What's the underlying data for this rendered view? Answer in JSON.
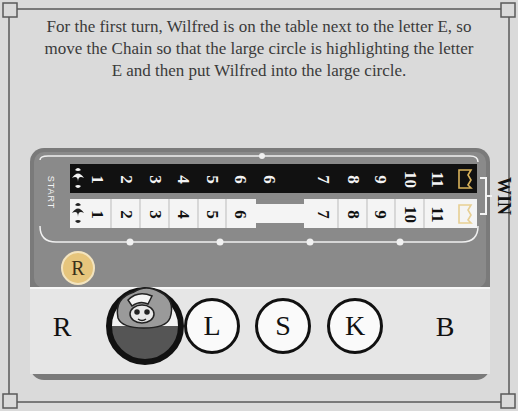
{
  "diagram": {
    "nodes": [
      {
        "text": [
          "R"
        ]
      },
      {
        "text": [
          "L"
        ]
      },
      {
        "text": [
          "S"
        ]
      },
      {
        "text": [
          "K"
        ]
      }
    ],
    "labels": [
      "For the first turn, Wilfred is on the table next to the letter E, so move the Chain so that the large circle is highlighting the letter E and then put Wilfred into the large circle.",
      "START",
      "1",
      "2",
      "3",
      "4",
      "5",
      "6",
      "6",
      "7",
      "8",
      "9",
      "10",
      "11",
      "1",
      "2",
      "3",
      "4",
      "5",
      "6",
      "7",
      "8",
      "9",
      "10",
      "11",
      "WIN",
      "R",
      "B"
    ]
  }
}
